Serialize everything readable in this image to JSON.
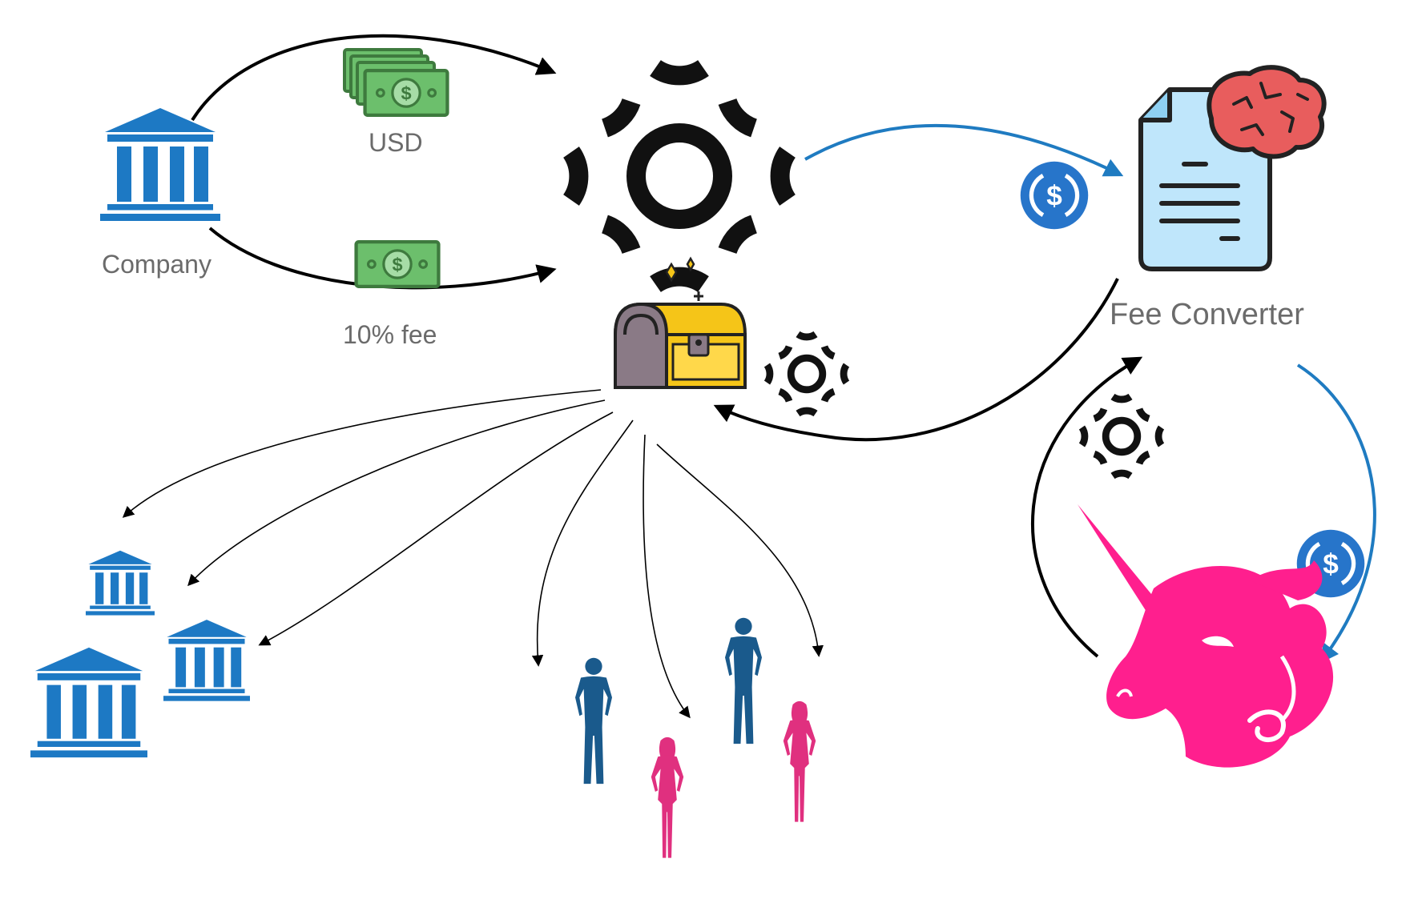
{
  "labels": {
    "usd": "USD",
    "company": "Company",
    "fee": "10% fee",
    "fee_converter": "Fee Converter"
  },
  "icons": {
    "company": "bank-icon",
    "usd_cash": "cash-stack-icon",
    "fee_cash": "banknote-icon",
    "protocol": "gear-logo-icon",
    "treasury": "treasure-chest-icon",
    "usdc_token": "usdc-icon",
    "fee_converter": "smart-contract-brain-icon",
    "dex": "unicorn-icon",
    "recipient_banks": "bank-icon",
    "recipient_people": "person-icon"
  },
  "colors": {
    "bank_blue": "#1d79c4",
    "usdc_blue": "#2775ca",
    "flow_blue": "#1f7bc1",
    "unicorn_pink": "#ff1f8e",
    "person_blue": "#1a5a8c",
    "person_pink": "#e0307f",
    "chest_gold": "#f5c518",
    "cash_green": "#6cbf6c",
    "brain_red": "#e85d5d"
  }
}
